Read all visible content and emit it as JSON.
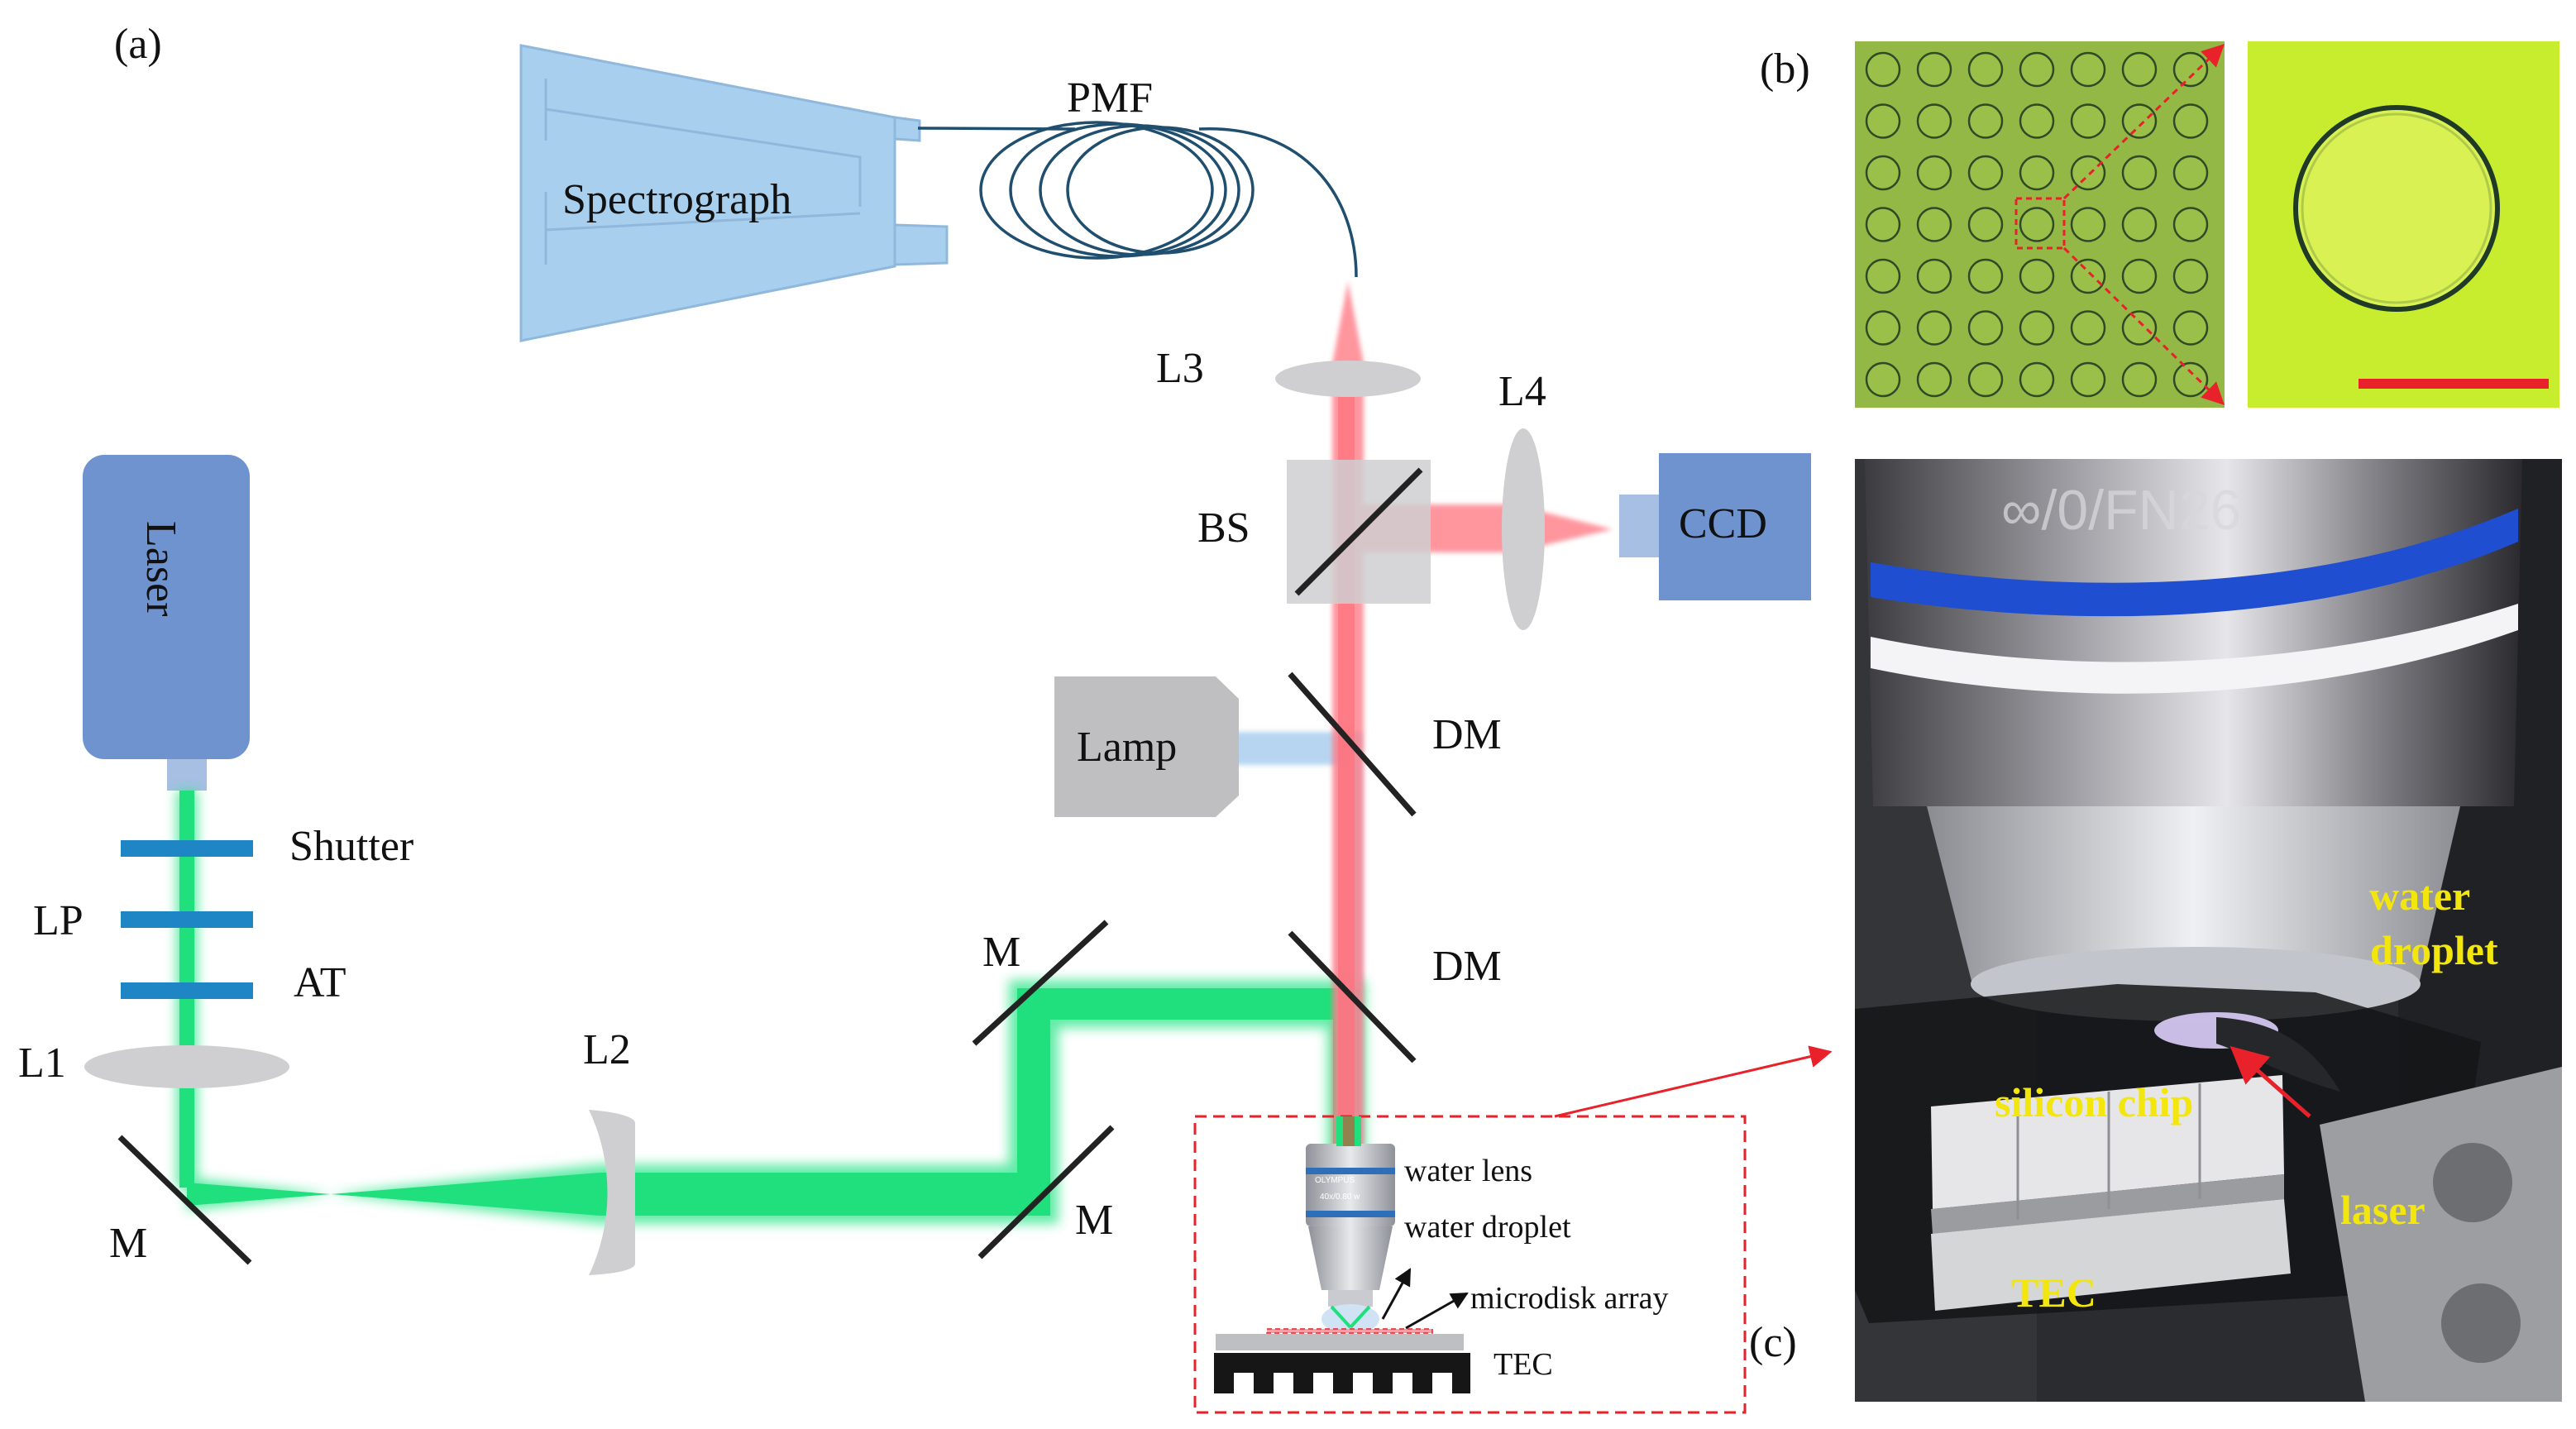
{
  "panels": {
    "a": "(a)",
    "b": "(b)",
    "c": "(c)"
  },
  "labels": {
    "spectrograph": "Spectrograph",
    "pmf": "PMF",
    "laser": "Laser",
    "shutter": "Shutter",
    "lp": "LP",
    "at": "AT",
    "l1": "L1",
    "l2": "L2",
    "l3": "L3",
    "l4": "L4",
    "bs": "BS",
    "ccd": "CCD",
    "lamp": "Lamp",
    "dm_top": "DM",
    "dm_bottom": "DM",
    "m_left": "M",
    "m_upper": "M",
    "m_lower": "M"
  },
  "inset": {
    "water_lens": "water lens",
    "water_droplet": "water droplet",
    "microdisk_array": "microdisk array",
    "tec": "TEC",
    "objective_brand": "OLYMPUS",
    "objective_spec": "40x/0.80 w"
  },
  "photo_labels": {
    "water_droplet_line1": "water",
    "water_droplet_line2": "droplet",
    "silicon_chip": "silicon chip",
    "laser": "laser",
    "tec": "TEC",
    "objective_text": "∞/0/FN26"
  },
  "colors": {
    "laser_green": "#2ee58a",
    "signal_red": "#ff7b86",
    "lamp_blue": "#9fc8ec",
    "spectrograph_blue": "#a8cfee",
    "instrument_blue": "#6e93cf",
    "optic_gray": "#cfcfd1",
    "arrow_red": "#e8212a",
    "label_yellow": "#f3e60c"
  }
}
